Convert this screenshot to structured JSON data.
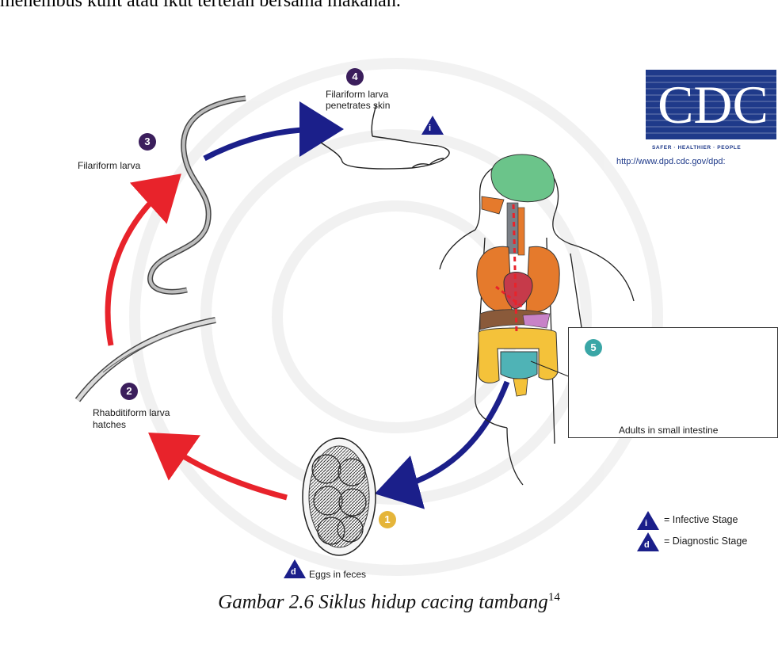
{
  "page": {
    "top_text": "menembus kulit atau ikut tertelan bersama makanan.",
    "caption": "Gambar 2.6 Siklus hidup cacing tambang",
    "caption_ref": "14"
  },
  "logo": {
    "text": "CDC",
    "tagline": "SAFER · HEALTHIER · PEOPLE",
    "url": "http://www.dpd.cdc.gov/dpd:"
  },
  "stages": {
    "s1": {
      "number": "1",
      "label": "Eggs in feces",
      "icon_letter": "d"
    },
    "s2": {
      "number": "2",
      "label_line1": "Rhabditiform larva",
      "label_line2": "hatches"
    },
    "s3": {
      "number": "3",
      "label": "Filariform larva"
    },
    "s4": {
      "number": "4",
      "label_line1": "Filariform larva",
      "label_line2": "penetrates skin",
      "icon_letter": "i"
    },
    "s5": {
      "number": "5",
      "label": "Adults in small intestine"
    }
  },
  "legend": {
    "infective": {
      "letter": "i",
      "text": "= Infective Stage"
    },
    "diagnostic": {
      "letter": "d",
      "text": "= Diagnostic Stage"
    }
  },
  "colors": {
    "red_arrow": "#e8232b",
    "blue_arrow": "#1b1f8a",
    "stage_purple": "#3b1e5c",
    "stage_teal": "#3aa6a6",
    "stage_gold": "#e5b53a",
    "cdc_blue": "#1f3a8a"
  }
}
